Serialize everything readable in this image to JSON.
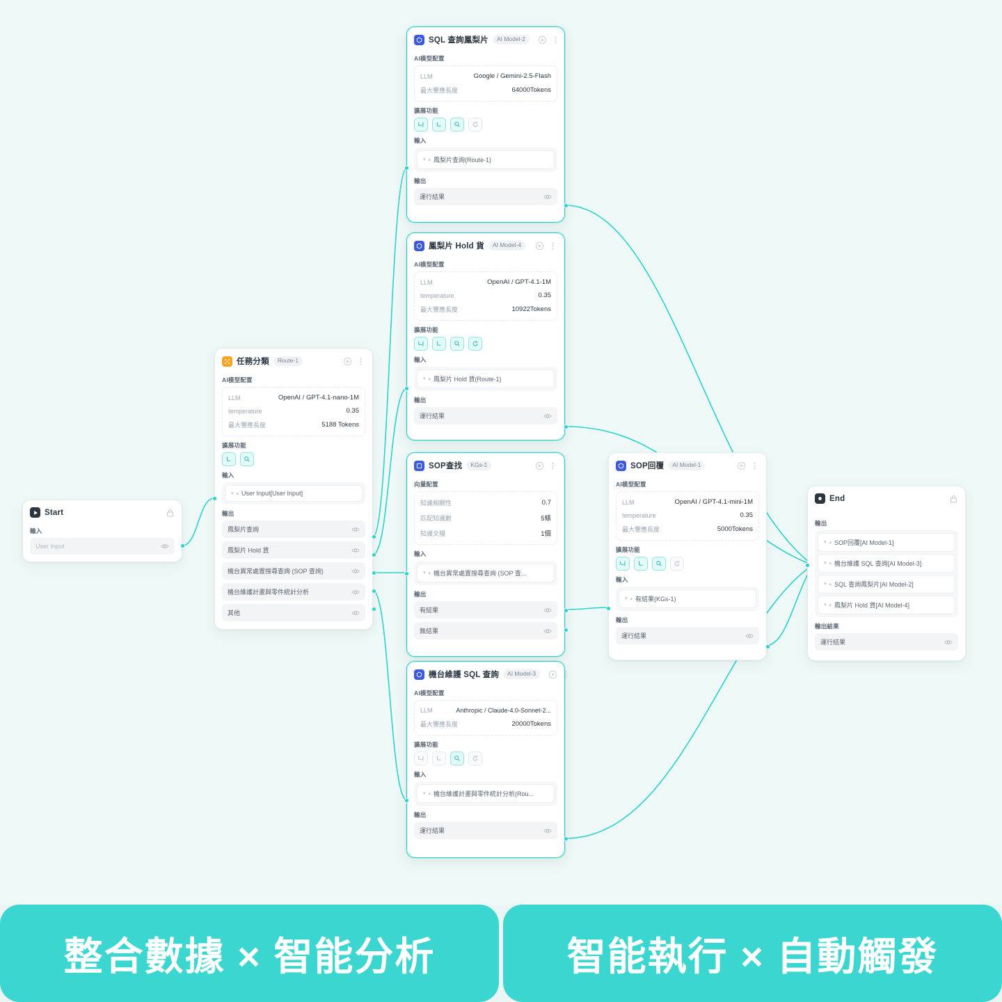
{
  "canvas": {
    "background": "#eef8f6",
    "edge_color": "#2ad4cc"
  },
  "labels": {
    "ai_model_config": "AI模型配置",
    "vector_config": "向量配置",
    "extensions": "擴展功能",
    "input": "輸入",
    "output": "輸出",
    "output_result": "輸出結果",
    "llm": "LLM",
    "temperature": "temperature",
    "max_resp": "最大響應長度",
    "knowledge_relevance": "知識相關性",
    "match_count": "匹配知識數",
    "knowledge_docs": "知識文檔"
  },
  "nodes": {
    "start": {
      "title": "Start",
      "icon": "play-icon",
      "icon_color": "#2b3640",
      "input_label": "輸入",
      "input_value": "User Input"
    },
    "route": {
      "title": "任務分類",
      "badge": "Route-1",
      "icon": "route-icon",
      "icon_color": "#f5a524",
      "config": [
        {
          "k": "LLM",
          "v": "OpenAI / GPT-4.1-nano-1M"
        },
        {
          "k": "temperature",
          "v": "0.35"
        },
        {
          "k": "最大響應長度",
          "v": "5188 Tokens"
        }
      ],
      "tools": [
        "branch-icon",
        "search-icon"
      ],
      "tools_off": [],
      "input": "User Input[User Input]",
      "outputs": [
        "鳳梨片查詢",
        "鳳梨片 Hold 貨",
        "機台異常處置搜尋查詢 (SOP 查詢)",
        "機台維護計畫與零件統計分析",
        "其他"
      ]
    },
    "sql_pineapple": {
      "title": "SQL 查詢鳳梨片",
      "badge": "AI Model-2",
      "icon": "ai-model-icon",
      "icon_color": "#3b5bdb",
      "config": [
        {
          "k": "LLM",
          "v": "Google / Gemini-2.5-Flash"
        },
        {
          "k": "最大響應長度",
          "v": "64000Tokens"
        }
      ],
      "tools": [
        "flow-icon",
        "branch-icon",
        "search-icon"
      ],
      "tools_off": [
        "refresh-icon"
      ],
      "input": "鳳梨片查詢(Route-1)",
      "outputs": [
        "運行結果"
      ]
    },
    "hold": {
      "title": "鳳梨片 Hold 貨",
      "badge": "AI Model-4",
      "icon": "ai-model-icon",
      "icon_color": "#3b5bdb",
      "config": [
        {
          "k": "LLM",
          "v": "OpenAI / GPT-4.1-1M"
        },
        {
          "k": "temperature",
          "v": "0.35"
        },
        {
          "k": "最大響應長度",
          "v": "10922Tokens"
        }
      ],
      "tools": [
        "flow-icon",
        "branch-icon",
        "search-icon",
        "refresh-icon"
      ],
      "tools_off": [],
      "input": "鳳梨片 Hold 貨(Route-1)",
      "outputs": [
        "運行結果"
      ]
    },
    "sop_search": {
      "title": "SOP查找",
      "badge": "KGs-1",
      "icon": "knowledge-icon",
      "icon_color": "#3b5bdb",
      "config": [
        {
          "k": "知識相關性",
          "v": "0.7"
        },
        {
          "k": "匹配知識數",
          "v": "5條"
        },
        {
          "k": "知識文檔",
          "v": "1個"
        }
      ],
      "input": "機台異常處置搜尋查詢 (SOP 查...",
      "outputs": [
        "有結果",
        "無結果"
      ]
    },
    "sop_reply": {
      "title": "SOP回覆",
      "badge": "AI Model-1",
      "icon": "ai-model-icon",
      "icon_color": "#3b5bdb",
      "config": [
        {
          "k": "LLM",
          "v": "OpenAI / GPT-4.1-mini-1M"
        },
        {
          "k": "temperature",
          "v": "0.35"
        },
        {
          "k": "最大響應長度",
          "v": "5000Tokens"
        }
      ],
      "tools": [
        "flow-icon",
        "branch-icon",
        "search-icon"
      ],
      "tools_off": [
        "refresh-icon"
      ],
      "input": "有結果(KGs-1)",
      "outputs": [
        "運行結果"
      ]
    },
    "maint_sql": {
      "title": "機台維護 SQL 查詢",
      "badge": "AI Model-3",
      "icon": "ai-model-icon",
      "icon_color": "#3b5bdb",
      "config": [
        {
          "k": "LLM",
          "v": "Anthropic / Claude-4.0-Sonnet-2..."
        },
        {
          "k": "最大響應長度",
          "v": "20000Tokens"
        }
      ],
      "tools": [
        "search-icon"
      ],
      "tools_off": [
        "flow-icon",
        "branch-icon",
        "refresh-icon"
      ],
      "input": "機台維護計畫與零件統計分析(Rou...",
      "outputs": [
        "運行結果"
      ]
    },
    "end": {
      "title": "End",
      "icon": "end-icon",
      "icon_color": "#2b3640",
      "outputs": [
        "SOP回覆[AI Model-1]",
        "機台維護 SQL 查詢[AI Model-3]",
        "SQL 查詢鳳梨片[AI Model-2]",
        "鳳梨片 Hold 貨[AI Model-4]"
      ],
      "result_label": "輸出結果",
      "result_value": "運行結果"
    }
  },
  "banner": {
    "left_text": "整合數據 × 智能分析",
    "right_text": "智能執行 × 自動觸發",
    "color": "#3ad6cf"
  }
}
